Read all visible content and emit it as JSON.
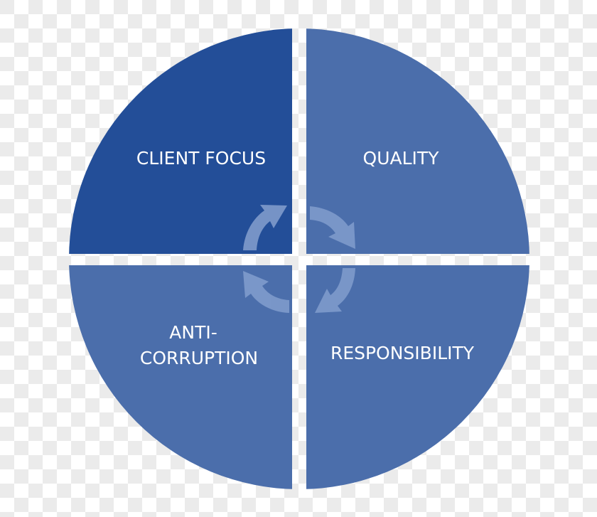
{
  "diagram": {
    "quadrants": [
      {
        "id": "top-left",
        "label": "CLIENT FOCUS",
        "color": "#234e98"
      },
      {
        "id": "top-right",
        "label": "QUALITY",
        "color": "#4b6eab"
      },
      {
        "id": "bottom-left",
        "label_line1": "ANTI-",
        "label_line2": "CORRUPTION",
        "color": "#4b6eab"
      },
      {
        "id": "bottom-right",
        "label": "RESPONSIBILITY",
        "color": "#4b6eab"
      }
    ],
    "cycle_arrows": {
      "count": 4,
      "direction": "clockwise",
      "color": "#7f9bcc"
    },
    "background": "transparent-checkerboard"
  }
}
